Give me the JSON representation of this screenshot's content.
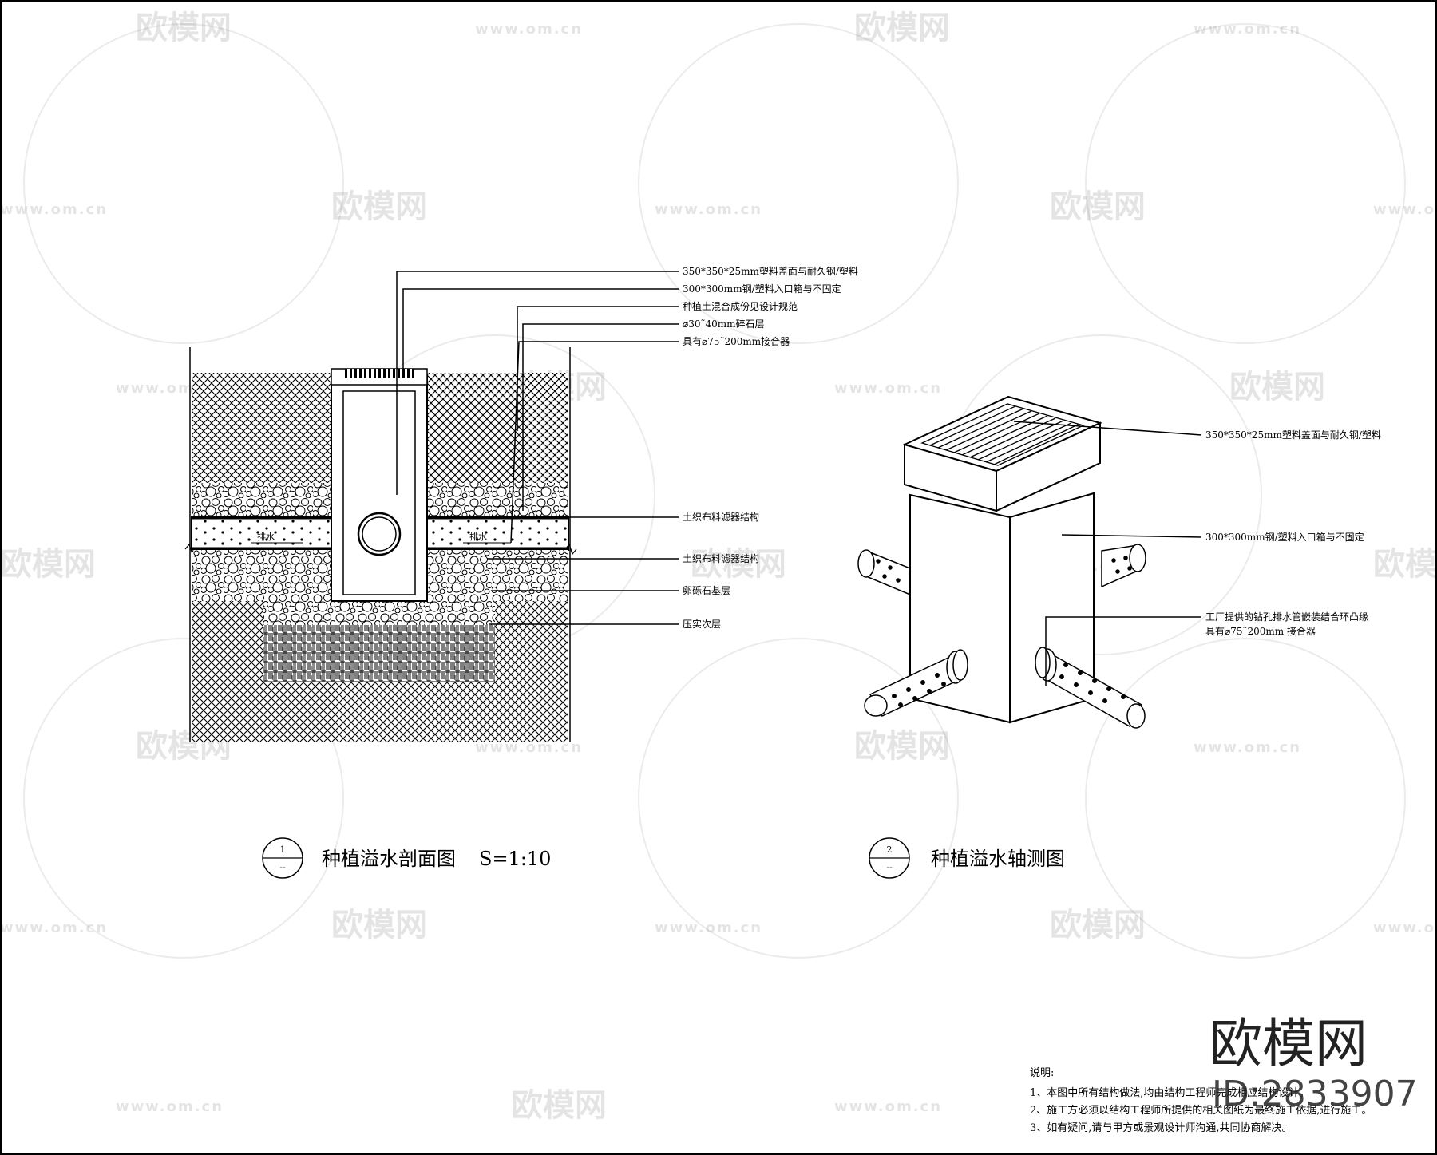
{
  "section_view": {
    "callouts": [
      "350*350*25mm塑料盖面与耐久钢/塑料",
      "300*300mm钢/塑料入口箱与不固定",
      "种植土混合成份见设计规范",
      "⌀30˜40mm碎石层",
      "具有⌀75˜200mm接合器",
      "土织布料滤器结构",
      "土织布料滤器结构",
      "卵砾石基层",
      "压实次层"
    ],
    "pipe_labels": [
      "排水",
      "排水"
    ],
    "title": "种植溢水剖面图",
    "scale": "S=1:10",
    "symbol_number": "1",
    "symbol_sub": "--"
  },
  "axo_view": {
    "callouts": [
      "350*350*25mm塑料盖面与耐久钢/塑料",
      "300*300mm钢/塑料入口箱与不固定",
      "工厂提供的钻孔排水管嵌装结合环凸缘",
      "具有⌀75˜200mm 接合器"
    ],
    "title": "种植溢水轴测图",
    "symbol_number": "2",
    "symbol_sub": "--"
  },
  "notes": {
    "heading": "说明:",
    "items": [
      "1、本图中所有结构做法,均由结构工程师完成相应结构设计。",
      "2、施工方必须以结构工程师所提供的相关图纸为最终施工依据,进行施工。",
      "3、如有疑问,请与甲方或景观设计师沟通,共同协商解决。"
    ]
  },
  "watermark": {
    "brand": "欧模网",
    "url": "www.om.cn",
    "id_text": "ID:2833907"
  }
}
